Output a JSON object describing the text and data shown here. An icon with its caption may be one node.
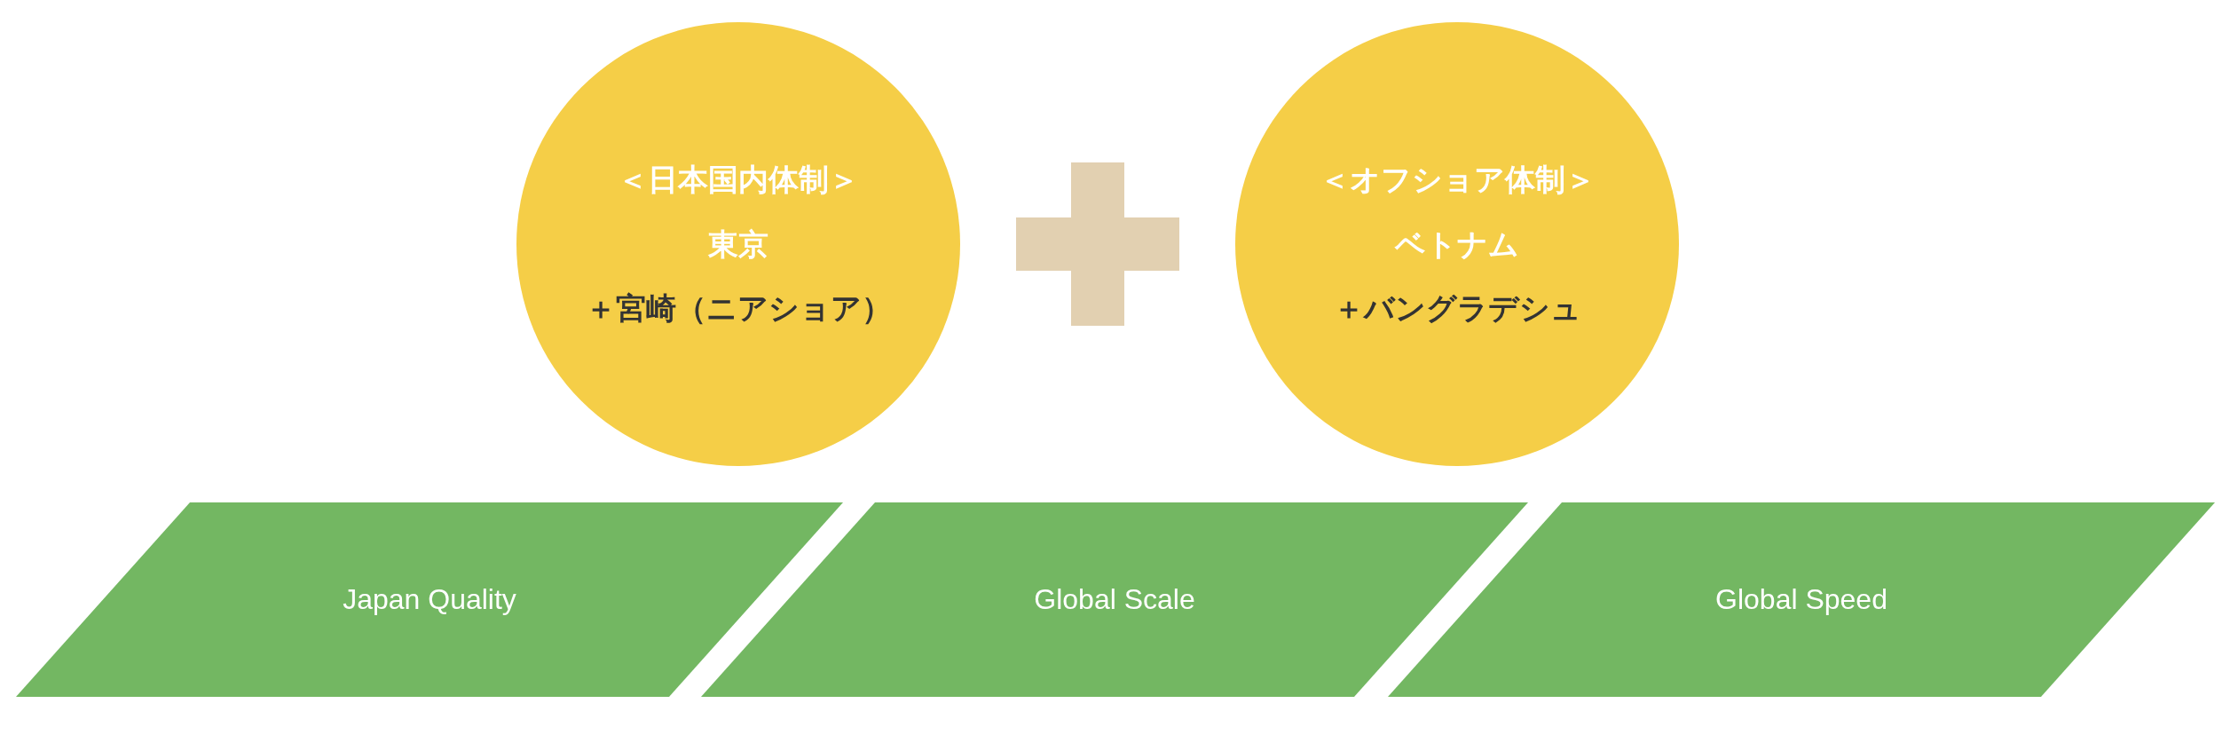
{
  "diagram": {
    "nodes": [
      {
        "text": [
          "＜日本国内体制＞",
          "東京",
          "＋宮崎（ニアショア）"
        ]
      },
      {
        "text": [
          "＜オフショア体制＞",
          "ベトナム",
          "＋バングラデシュ"
        ]
      },
      {
        "text": [
          "Japan Quality"
        ]
      },
      {
        "text": [
          "Global Scale"
        ]
      },
      {
        "text": [
          "Global Speed"
        ]
      }
    ]
  }
}
